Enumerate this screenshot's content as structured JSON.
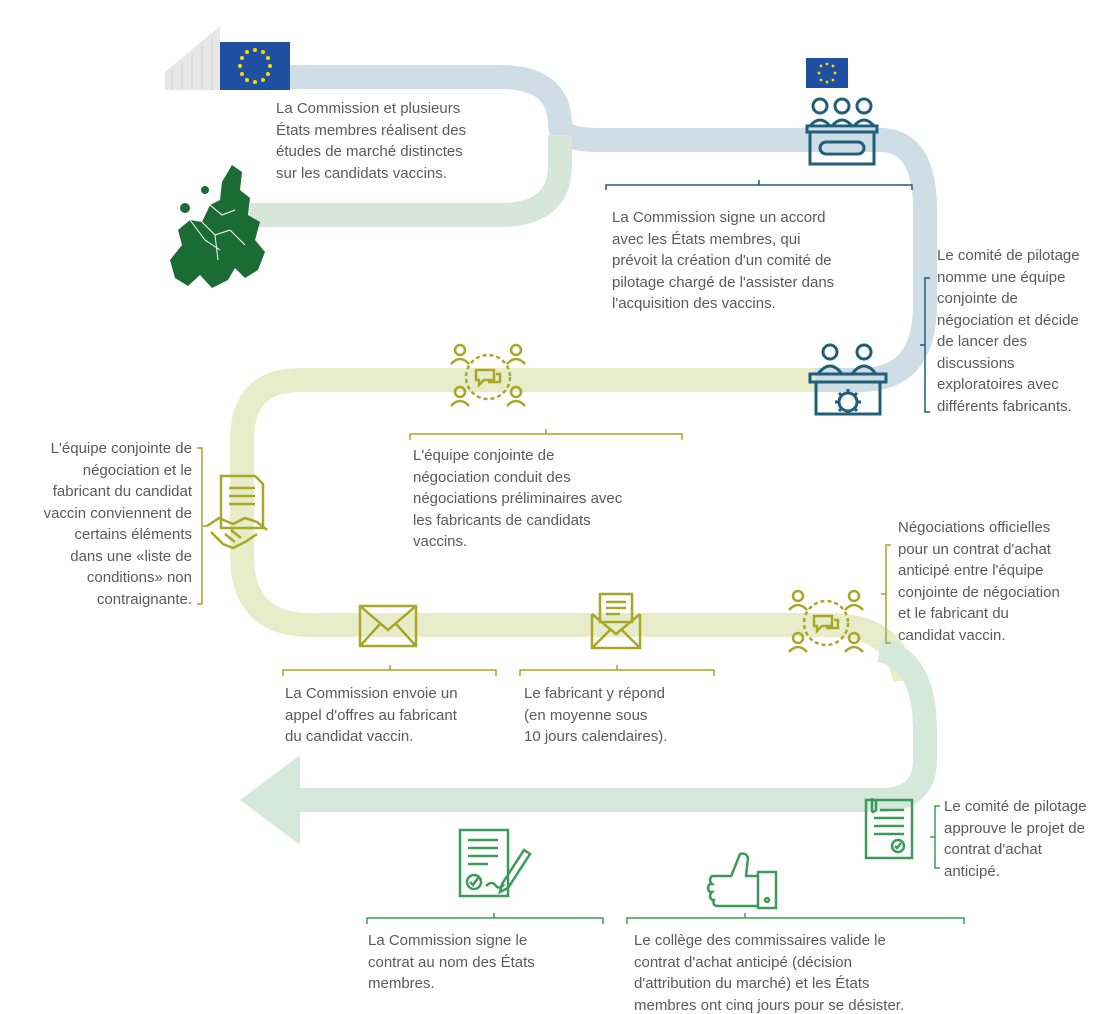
{
  "colors": {
    "blue_path": "#cfdde6",
    "yellow_path": "#e8edc9",
    "green_path": "#d4e8dc",
    "teal_icon": "#1f5f7a",
    "olive_icon": "#a7a728",
    "green_icon": "#3e9a5a",
    "eu_blue": "#1f4fa0",
    "eu_star": "#ffd800",
    "map_green": "#1b6b35"
  },
  "steps": [
    {
      "id": 1,
      "icon": "eu-flag-building-icon",
      "text": "La Commission et plusieurs\nÉtats membres réalisent des\nétudes de marché distinctes\nsur les candidats vaccins."
    },
    {
      "id": 2,
      "icon": "committee-table-icon",
      "text": "La Commission signe un accord\navec les États membres, qui\nprévoit la création d'un comité de\npilotage chargé de l'assister dans\nl'acquisition des vaccins."
    },
    {
      "id": 3,
      "icon": "negotiation-team-icon",
      "text": "Le comité de pilotage\nnomme une équipe\nconjointe de\nnégociation et décide\nde lancer des\ndiscussions\nexploratoires avec\ndifférents fabricants."
    },
    {
      "id": 4,
      "icon": "discussion-circle-icon",
      "text": "L'équipe conjointe de\nnégociation conduit des\nnégociations préliminaires avec\nles fabricants de candidats\nvaccins."
    },
    {
      "id": 5,
      "icon": "handshake-document-icon",
      "text": "L'équipe conjointe de\nnégociation et le\nfabricant du candidat\nvaccin conviennent de\ncertains éléments\ndans une «liste de\nconditions» non\ncontraignante."
    },
    {
      "id": 6,
      "icon": "envelope-icon",
      "text": "La Commission envoie un\nappel d'offres au fabricant\ndu candidat vaccin."
    },
    {
      "id": 7,
      "icon": "open-envelope-icon",
      "text": "Le fabricant y répond\n(en moyenne sous\n10 jours calendaires)."
    },
    {
      "id": 8,
      "icon": "discussion-circle-icon",
      "text": "Négociations officielles\npour un contrat d'achat\nanticipé entre l'équipe\nconjointe de négociation\net le fabricant du\ncandidat vaccin."
    },
    {
      "id": 9,
      "icon": "approved-document-icon",
      "text": "Le comité de pilotage\napprouve le projet de\ncontrat d'achat\nanticipé."
    },
    {
      "id": 10,
      "icon": "thumbs-up-icon",
      "text": "Le collège des commissaires valide le\ncontrat d'achat anticipé (décision\nd'attribution du marché) et les États\nmembres ont cinq jours pour se désister."
    },
    {
      "id": 11,
      "icon": "signing-contract-icon",
      "text": "La Commission signe le\ncontrat au nom des États\nmembres."
    }
  ]
}
